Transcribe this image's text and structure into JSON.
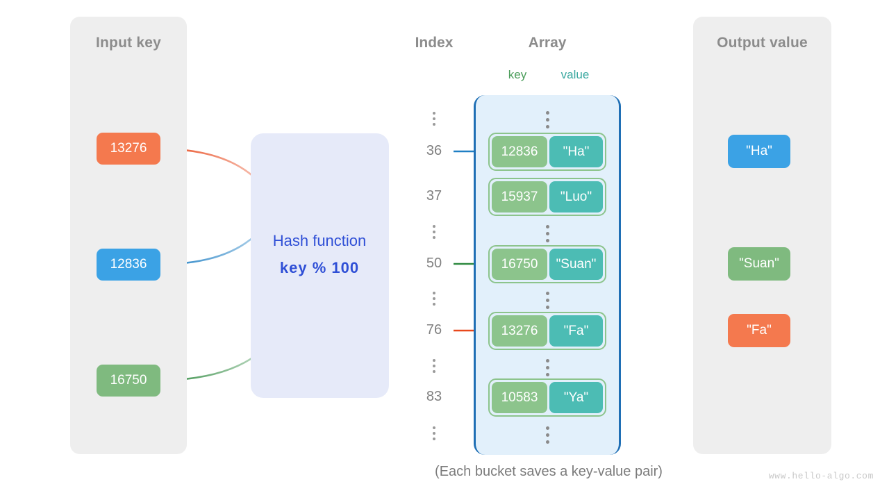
{
  "panels": {
    "input": {
      "title": "Input key"
    },
    "output": {
      "title": "Output value"
    }
  },
  "headings": {
    "index": "Index",
    "array": "Array",
    "key": "key",
    "value": "value"
  },
  "hash_function": {
    "name": "Hash function",
    "expression": "key % 100"
  },
  "input_keys": [
    {
      "label": "13276",
      "color": "#f4794e"
    },
    {
      "label": "12836",
      "color": "#3ba2e5"
    },
    {
      "label": "16750",
      "color": "#7fba7f"
    }
  ],
  "output_values": [
    {
      "label": "\"Ha\"",
      "color": "#3ba2e5"
    },
    {
      "label": "\"Suan\"",
      "color": "#7fba7f"
    },
    {
      "label": "\"Fa\"",
      "color": "#f4794e"
    }
  ],
  "index_column": [
    {
      "type": "ellipsis"
    },
    {
      "type": "number",
      "label": "36"
    },
    {
      "type": "number",
      "label": "37"
    },
    {
      "type": "ellipsis"
    },
    {
      "type": "number",
      "label": "50"
    },
    {
      "type": "ellipsis"
    },
    {
      "type": "number",
      "label": "76"
    },
    {
      "type": "ellipsis"
    },
    {
      "type": "number",
      "label": "83"
    },
    {
      "type": "ellipsis"
    }
  ],
  "buckets": [
    {
      "index": "36",
      "key": "12836",
      "value": "\"Ha\""
    },
    {
      "index": "37",
      "key": "15937",
      "value": "\"Luo\""
    },
    {
      "index": "50",
      "key": "16750",
      "value": "\"Suan\""
    },
    {
      "index": "76",
      "key": "13276",
      "value": "\"Fa\""
    },
    {
      "index": "83",
      "key": "10583",
      "value": "\"Ya\""
    }
  ],
  "mappings": [
    {
      "from_key": "13276",
      "to_index": "76",
      "output": "\"Fa\"",
      "color": "#e8481c"
    },
    {
      "from_key": "12836",
      "to_index": "36",
      "output": "\"Ha\"",
      "color": "#1f7fc4"
    },
    {
      "from_key": "16750",
      "to_index": "50",
      "output": "\"Suan\"",
      "color": "#2f8a40"
    }
  ],
  "caption": "(Each bucket saves a key-value pair)",
  "watermark": "www.hello-algo.com",
  "colors": {
    "panel_bg": "#eeeeee",
    "array_bg": "#e2f0fb",
    "array_border": "#1f6fb5",
    "hash_bg": "#e6eaf9",
    "hash_text": "#2f4fd6",
    "bucket_key": "#8cc48c",
    "bucket_value": "#4cbcb4",
    "heading": "#8c8c8c"
  }
}
